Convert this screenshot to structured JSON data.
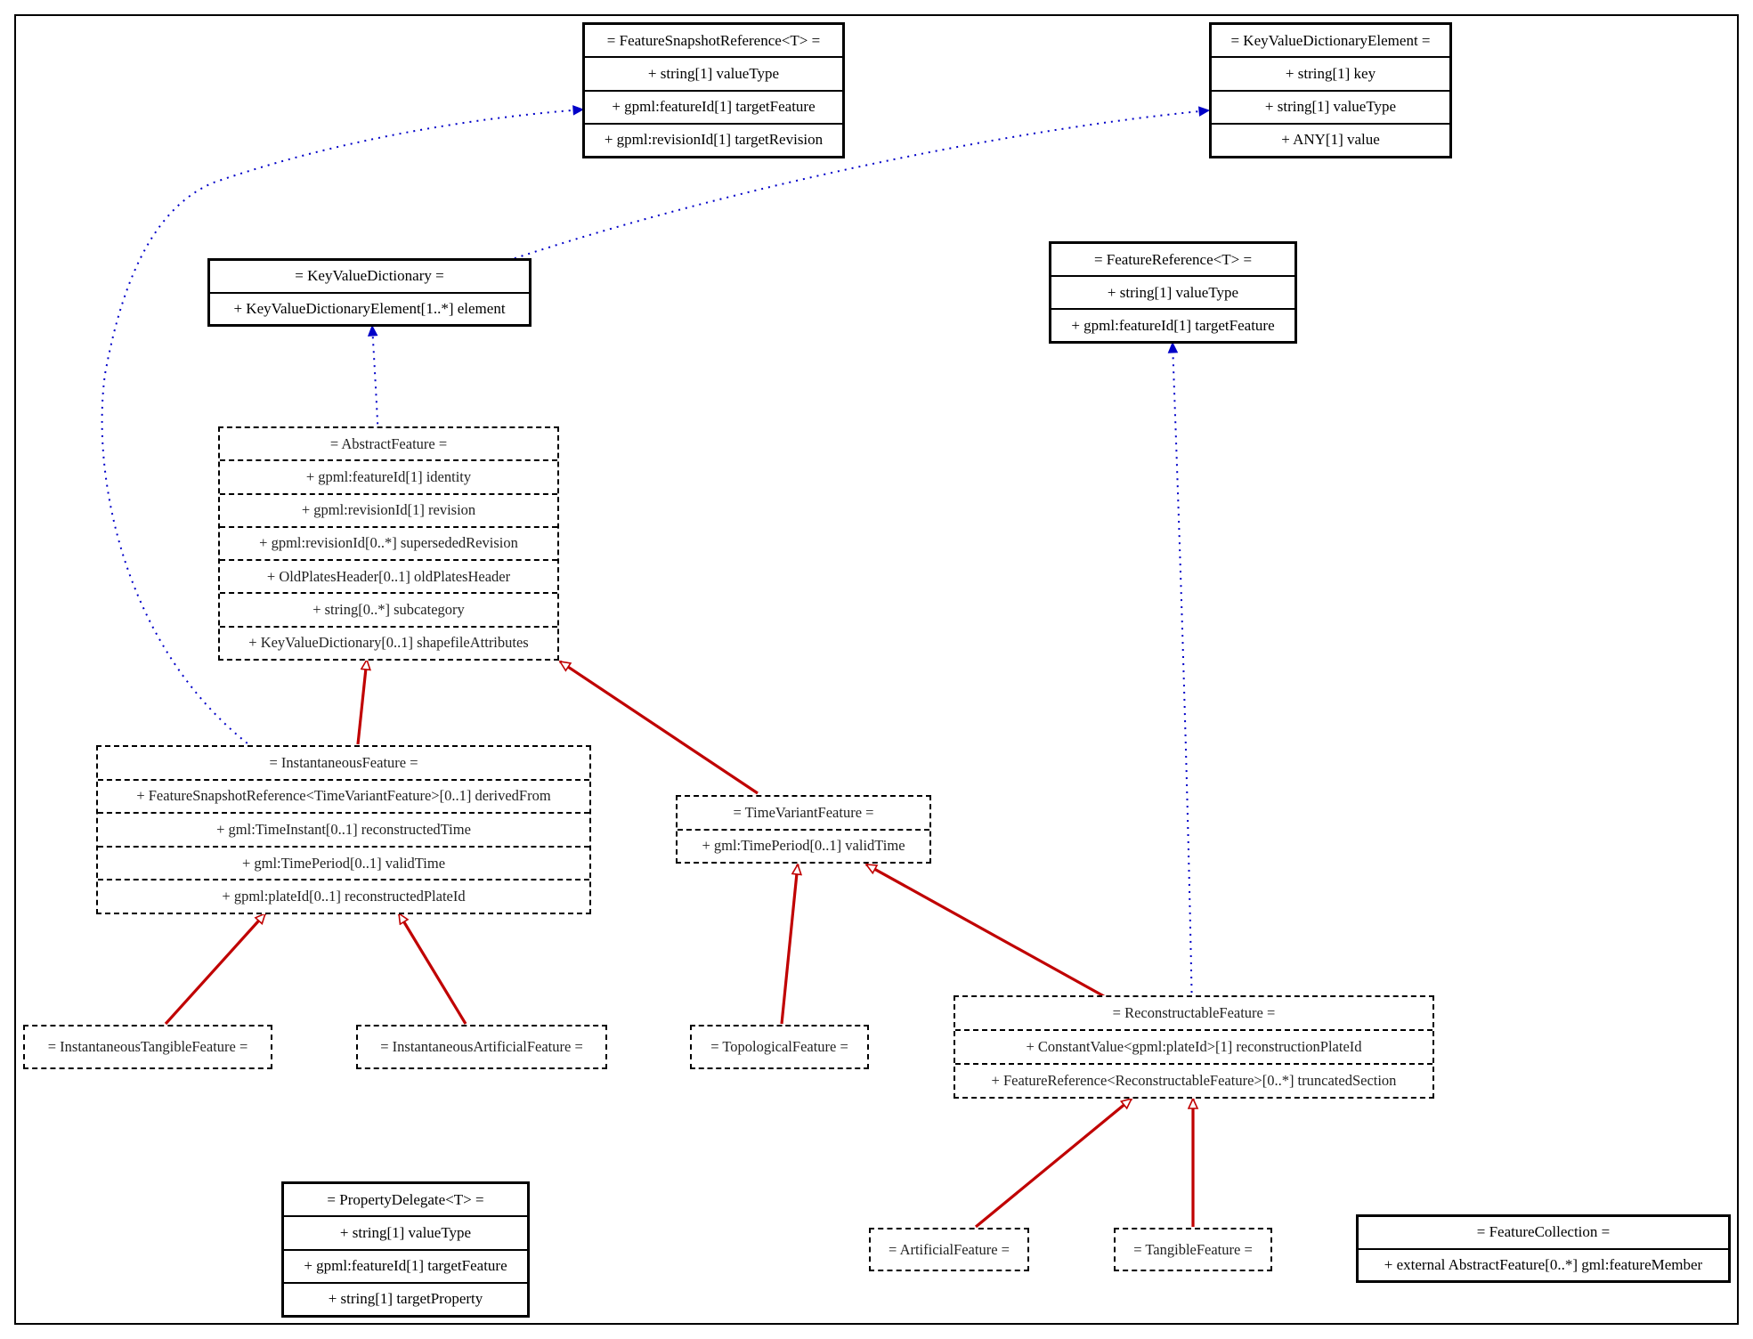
{
  "colors": {
    "inheritance": "#c00000",
    "association": "#0000c8",
    "border": "#000000"
  },
  "classes": {
    "feature_snapshot_reference": {
      "title": "= FeatureSnapshotReference<T> =",
      "attributes": [
        "+ string[1] valueType",
        "+ gpml:featureId[1] targetFeature",
        "+ gpml:revisionId[1] targetRevision"
      ]
    },
    "key_value_dictionary_element": {
      "title": "= KeyValueDictionaryElement =",
      "attributes": [
        "+ string[1] key",
        "+ string[1] valueType",
        "+ ANY[1] value"
      ]
    },
    "key_value_dictionary": {
      "title": "= KeyValueDictionary =",
      "attributes": [
        "+ KeyValueDictionaryElement[1..*] element"
      ]
    },
    "feature_reference": {
      "title": "= FeatureReference<T> =",
      "attributes": [
        "+ string[1] valueType",
        "+ gpml:featureId[1] targetFeature"
      ]
    },
    "abstract_feature": {
      "title": "= AbstractFeature =",
      "attributes": [
        "+ gpml:featureId[1] identity",
        "+ gpml:revisionId[1] revision",
        "+ gpml:revisionId[0..*] supersededRevision",
        "+ OldPlatesHeader[0..1] oldPlatesHeader",
        "+ string[0..*] subcategory",
        "+ KeyValueDictionary[0..1] shapefileAttributes"
      ]
    },
    "instantaneous_feature": {
      "title": "= InstantaneousFeature =",
      "attributes": [
        "+ FeatureSnapshotReference<TimeVariantFeature>[0..1] derivedFrom",
        "+ gml:TimeInstant[0..1] reconstructedTime",
        "+ gml:TimePeriod[0..1] validTime",
        "+ gpml:plateId[0..1] reconstructedPlateId"
      ]
    },
    "time_variant_feature": {
      "title": "= TimeVariantFeature =",
      "attributes": [
        "+ gml:TimePeriod[0..1] validTime"
      ]
    },
    "instantaneous_tangible_feature": {
      "title": "= InstantaneousTangibleFeature =",
      "attributes": []
    },
    "instantaneous_artificial_feature": {
      "title": "= InstantaneousArtificialFeature =",
      "attributes": []
    },
    "topological_feature": {
      "title": "= TopologicalFeature =",
      "attributes": []
    },
    "reconstructable_feature": {
      "title": "= ReconstructableFeature =",
      "attributes": [
        "+ ConstantValue<gpml:plateId>[1] reconstructionPlateId",
        "+ FeatureReference<ReconstructableFeature>[0..*] truncatedSection"
      ]
    },
    "property_delegate": {
      "title": "= PropertyDelegate<T> =",
      "attributes": [
        "+ string[1] valueType",
        "+ gpml:featureId[1] targetFeature",
        "+ string[1] targetProperty"
      ]
    },
    "artificial_feature": {
      "title": "= ArtificialFeature =",
      "attributes": []
    },
    "tangible_feature": {
      "title": "= TangibleFeature =",
      "attributes": []
    },
    "feature_collection": {
      "title": "= FeatureCollection =",
      "attributes": [
        "+ external AbstractFeature[0..*] gml:featureMember"
      ]
    }
  },
  "relations": [
    {
      "kind": "generalization",
      "from": "instantaneous_feature",
      "to": "abstract_feature"
    },
    {
      "kind": "generalization",
      "from": "time_variant_feature",
      "to": "abstract_feature"
    },
    {
      "kind": "generalization",
      "from": "instantaneous_tangible_feature",
      "to": "instantaneous_feature"
    },
    {
      "kind": "generalization",
      "from": "instantaneous_artificial_feature",
      "to": "instantaneous_feature"
    },
    {
      "kind": "generalization",
      "from": "topological_feature",
      "to": "time_variant_feature"
    },
    {
      "kind": "generalization",
      "from": "reconstructable_feature",
      "to": "time_variant_feature"
    },
    {
      "kind": "generalization",
      "from": "artificial_feature",
      "to": "reconstructable_feature"
    },
    {
      "kind": "generalization",
      "from": "tangible_feature",
      "to": "reconstructable_feature"
    },
    {
      "kind": "association",
      "from": "abstract_feature",
      "to": "key_value_dictionary"
    },
    {
      "kind": "association",
      "from": "key_value_dictionary",
      "to": "key_value_dictionary_element"
    },
    {
      "kind": "association",
      "from": "instantaneous_feature",
      "to": "feature_snapshot_reference"
    },
    {
      "kind": "association",
      "from": "reconstructable_feature",
      "to": "feature_reference"
    }
  ]
}
